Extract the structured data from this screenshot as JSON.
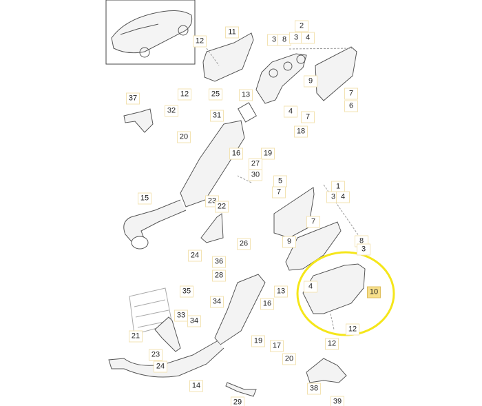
{
  "diagram": {
    "highlight_color": "#f5e61a",
    "selected_part": "10",
    "thumbnail": "vehicle-overview-icon"
  },
  "labels": {
    "l11": "11",
    "l12a": "12",
    "l3a": "3",
    "l8a": "8",
    "l2": "2",
    "l3b": "3",
    "l4b": "4",
    "l37": "37",
    "l12b": "12",
    "l25": "25",
    "l13a": "13",
    "l9a": "9",
    "l7a": "7",
    "l6": "6",
    "l4a": "4",
    "l7b": "7",
    "l32": "32",
    "l31": "31",
    "l20a": "20",
    "l18": "18",
    "l16a": "16",
    "l19a": "19",
    "l27": "27",
    "l30": "30",
    "l5": "5",
    "l7c": "7",
    "l1": "1",
    "l3c": "3",
    "l4c": "4",
    "l15": "15",
    "l23a": "23",
    "l22": "22",
    "l24a": "24",
    "l26": "26",
    "l36": "36",
    "l28": "28",
    "l35": "35",
    "l34a": "34",
    "l33": "33",
    "l34b": "34",
    "l21": "21",
    "l23b": "23",
    "l24b": "24",
    "l14": "14",
    "l29": "29",
    "l7d": "7",
    "l9b": "9",
    "l8b": "8",
    "l3d": "3",
    "l4d": "4",
    "l10": "10",
    "l13b": "13",
    "l16b": "16",
    "l12c": "12",
    "l12d": "12",
    "l19b": "19",
    "l17": "17",
    "l20b": "20",
    "l38": "38",
    "l39": "39"
  }
}
